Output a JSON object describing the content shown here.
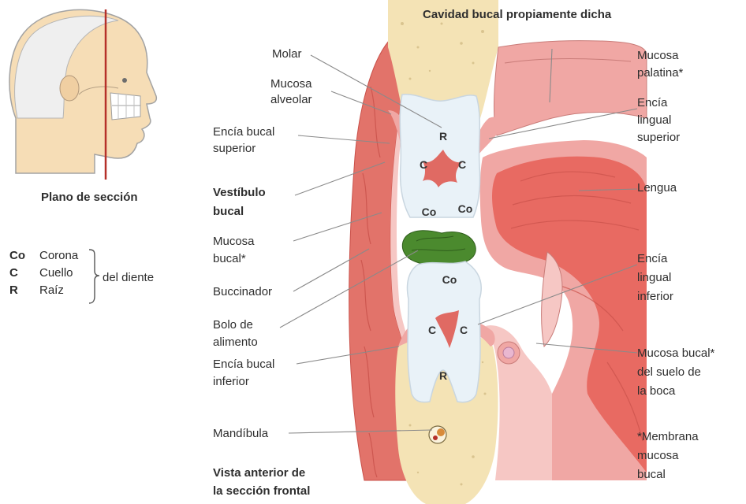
{
  "labels": {
    "top_title": "Cavidad bucal propiamente dicha",
    "plane_label": "Plano de sección",
    "molar": "Molar",
    "mucosa_alveolar_1": "Mucosa",
    "mucosa_alveolar_2": "alveolar",
    "encia_bucal_sup_1": "Encía bucal",
    "encia_bucal_sup_2": "superior",
    "vestibulo_1": "Vestíbulo",
    "vestibulo_2": "bucal",
    "mucosa_bucal_1": "Mucosa",
    "mucosa_bucal_2": "bucal*",
    "buccinador": "Buccinador",
    "bolo_1": "Bolo de",
    "bolo_2": "alimento",
    "encia_bucal_inf_1": "Encía bucal",
    "encia_bucal_inf_2": "inferior",
    "mandibula": "Mandíbula",
    "vista_1": "Vista anterior de",
    "vista_2": "la sección frontal",
    "mucosa_palatina_1": "Mucosa",
    "mucosa_palatina_2": "palatina*",
    "encia_lingual_sup_1": "Encía",
    "encia_lingual_sup_2": "lingual",
    "encia_lingual_sup_3": "superior",
    "lengua": "Lengua",
    "encia_lingual_inf_1": "Encía",
    "encia_lingual_inf_2": "lingual",
    "encia_lingual_inf_3": "inferior",
    "mucosa_suelo_1": "Mucosa bucal*",
    "mucosa_suelo_2": "del suelo de",
    "mucosa_suelo_3": "la boca",
    "membrana_1": "*Membrana",
    "membrana_2": "mucosa",
    "membrana_3": "bucal"
  },
  "key": {
    "rows": [
      {
        "abbr": "Co",
        "word": "Corona"
      },
      {
        "abbr": "C",
        "word": "Cuello"
      },
      {
        "abbr": "R",
        "word": "Raíz"
      }
    ],
    "owner": "del diente"
  },
  "tooth_marks": {
    "upper_root": "R",
    "upper_neck_left": "C",
    "upper_neck_right": "C",
    "upper_crown_left": "Co",
    "upper_crown_right": "Co",
    "lower_crown": "Co",
    "lower_neck_left": "C",
    "lower_neck_right": "C",
    "lower_root": "R"
  },
  "colors": {
    "bone": "#f4e3b5",
    "bone_speckle": "#d9c48f",
    "muscle": "#e2736a",
    "muscle_dark": "#c9514a",
    "mucosa": "#f0a7a4",
    "mucosa_light": "#f6c7c4",
    "tooth": "#e9f2f8",
    "tooth_outline": "#c9d6e0",
    "pulp": "#e06a63",
    "food": "#4b8a2e",
    "skin": "#f6ddb6",
    "tongue": "#e86a62"
  }
}
